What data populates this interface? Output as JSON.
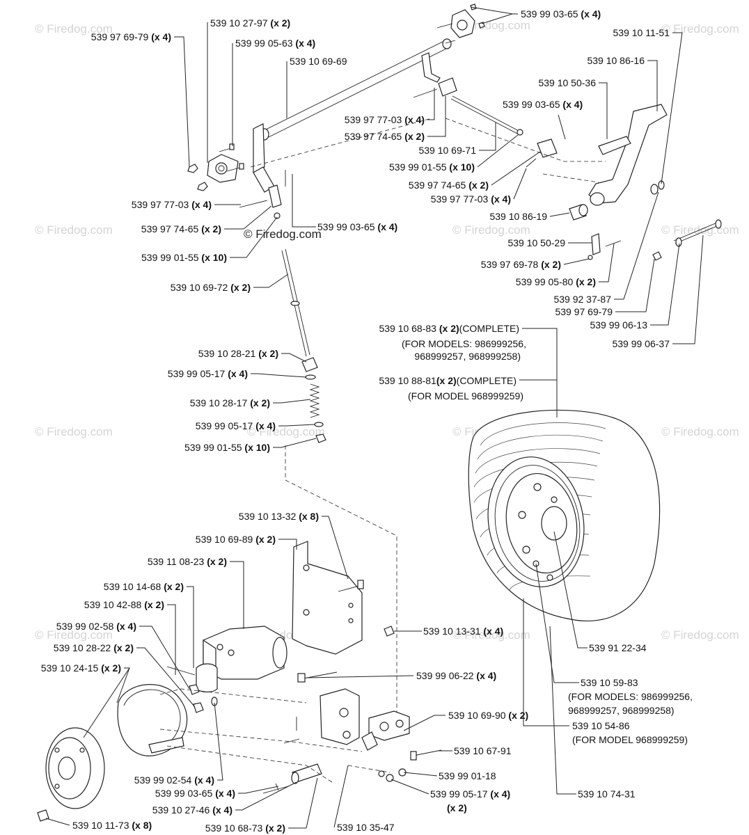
{
  "watermarks": {
    "corner_text": "© Firedog.com",
    "center_text": "© Firedog.com"
  },
  "callouts": {
    "c01": {
      "part": "539 97 69-79",
      "qty": "(x 4)"
    },
    "c02": {
      "part": "539 10 27-97",
      "qty": "(x 2)"
    },
    "c03": {
      "part": "539 99 05-63",
      "qty": "(x 4)"
    },
    "c04": {
      "part": "539 10 69-69",
      "qty": ""
    },
    "c05": {
      "part": "539 99 03-65",
      "qty": "(x 4)"
    },
    "c06": {
      "part": "539 10 11-51",
      "qty": ""
    },
    "c07": {
      "part": "539 10 86-16",
      "qty": ""
    },
    "c08": {
      "part": "539 10 50-36",
      "qty": ""
    },
    "c09": {
      "part": "539 99 03-65",
      "qty": "(x 4)"
    },
    "c10": {
      "part": "539 97 77-03",
      "qty": "(x 4)"
    },
    "c11": {
      "part": "539 97 74-65",
      "qty": "(x 2)"
    },
    "c12": {
      "part": "539 10 69-71",
      "qty": ""
    },
    "c13": {
      "part": "539 99 01-55",
      "qty": "(x 10)"
    },
    "c14": {
      "part": "539 97 74-65",
      "qty": "(x 2)"
    },
    "c15": {
      "part": "539 97 77-03",
      "qty": "(x 4)"
    },
    "c16": {
      "part": "539 97 77-03",
      "qty": "(x 4)"
    },
    "c17": {
      "part": "539 10 86-19",
      "qty": ""
    },
    "c18": {
      "part": "539 97 74-65",
      "qty": "(x 2)"
    },
    "c19": {
      "part": "539 99 03-65",
      "qty": "(x 4)"
    },
    "c20": {
      "part": "539 10 50-29",
      "qty": ""
    },
    "c21": {
      "part": "539 99 01-55",
      "qty": "(x 10)"
    },
    "c22": {
      "part": "539 97 69-78",
      "qty": "(x 2)"
    },
    "c23": {
      "part": "539 10 69-72",
      "qty": "(x 2)"
    },
    "c24": {
      "part": "539 99 05-80",
      "qty": "(x 2)"
    },
    "c25": {
      "part": "539 92 37-87",
      "qty": ""
    },
    "c26": {
      "part": "539 97 69-79",
      "qty": ""
    },
    "c27": {
      "part": "539 99 06-13",
      "qty": ""
    },
    "c28": {
      "part": "539 99 06-37",
      "qty": ""
    },
    "c29": {
      "part": "539 10 68-83",
      "qty": "(x 2)",
      "suffix": "(COMPLETE)",
      "line2": "(FOR MODELS: 986999256,",
      "line3": "968999257, 968999258)"
    },
    "c30": {
      "part": "539 10 28-21",
      "qty": "(x 2)"
    },
    "c31": {
      "part": "539 99 05-17",
      "qty": "(x 4)"
    },
    "c32": {
      "part": "539 10 88-81",
      "qty": "(x 2)",
      "suffix": "(COMPLETE)",
      "line2": "(FOR MODEL 968999259)"
    },
    "c33": {
      "part": "539 10 28-17",
      "qty": "(x 2)"
    },
    "c34": {
      "part": "539 99 05-17",
      "qty": "(x 4)"
    },
    "c35": {
      "part": "539 99 01-55",
      "qty": "(x 10)"
    },
    "c36": {
      "part": "539 10 13-32",
      "qty": "(x 8)"
    },
    "c37": {
      "part": "539 10 69-89",
      "qty": "(x 2)"
    },
    "c38": {
      "part": "539 11 08-23",
      "qty": "(x 2)"
    },
    "c39": {
      "part": "539 10 14-68",
      "qty": "(x 2)"
    },
    "c40": {
      "part": "539 10 42-88",
      "qty": "(x 2)"
    },
    "c41": {
      "part": "539 99 02-58",
      "qty": "(x 4)"
    },
    "c42": {
      "part": "539 10 28-22",
      "qty": "(x 2)"
    },
    "c43": {
      "part": "539 10 24-15",
      "qty": "(x 2)"
    },
    "c44": {
      "part": "539 10 13-31",
      "qty": "(x 4)"
    },
    "c45": {
      "part": "539 91 22-34",
      "qty": ""
    },
    "c46": {
      "part": "539 99 06-22",
      "qty": "(x 4)"
    },
    "c47": {
      "part": "539 10 59-83",
      "qty": "",
      "line2": "(FOR MODELS: 986999256,",
      "line3": "968999257, 968999258)"
    },
    "c48": {
      "part": "539 10 54-86",
      "qty": "",
      "line2": "(FOR MODEL 968999259)"
    },
    "c49": {
      "part": "539 10 69-90",
      "qty": "(x 2)"
    },
    "c50": {
      "part": "539 10 67-91",
      "qty": ""
    },
    "c51": {
      "part": "539 99 02-54",
      "qty": "(x 4)"
    },
    "c52": {
      "part": "539 99 01-18",
      "qty": ""
    },
    "c53": {
      "part": "539 99 03-65",
      "qty": "(x 4)"
    },
    "c54": {
      "part": "539 99 05-17",
      "qty": "(x 4)"
    },
    "c55": {
      "part": "539 10 74-31",
      "qty": ""
    },
    "c56": {
      "part": "539 10 27-46",
      "qty": "(x 4)"
    },
    "c57": {
      "part": "539 10 11-73",
      "qty": "(x 8)"
    },
    "c58": {
      "part": "539 10 35-47",
      "qty": ""
    },
    "c59": {
      "part": "539 10 68-73",
      "qty": "(x 2)"
    },
    "c60": {
      "part": "",
      "qty": "(x 2)"
    }
  }
}
